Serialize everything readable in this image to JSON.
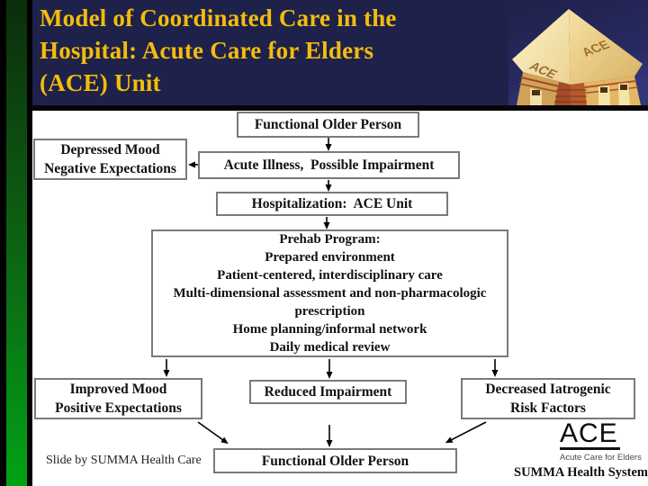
{
  "header": {
    "title_lines": [
      "Model of Coordinated Care in the",
      "Hospital: Acute Care for Elders",
      "(ACE) Unit"
    ],
    "building_letters": "ACE"
  },
  "flowchart": {
    "functional_top": [
      "Functional Older Person"
    ],
    "depressed": [
      "Depressed Mood",
      "Negative Expectations"
    ],
    "acute": [
      "Acute Illness,  Possible Impairment"
    ],
    "hospitalization": [
      "Hospitalization:  ACE Unit"
    ],
    "prehab": [
      "Prehab Program:",
      "Prepared environment",
      "Patient-centered, interdisciplinary care",
      "Multi-dimensional assessment and non-pharmacologic",
      "prescription",
      "Home planning/informal network",
      "Daily medical review"
    ],
    "improved": [
      "Improved Mood",
      "Positive Expectations"
    ],
    "reduced": [
      "Reduced Impairment"
    ],
    "decreased": [
      "Decreased Iatrogenic",
      "Risk Factors"
    ],
    "functional_bottom": [
      "Functional Older Person"
    ]
  },
  "footer": {
    "credit": "Slide by SUMMA Health Care",
    "logo_acronym": "ACE",
    "logo_tagline": "Acute Care for Elders",
    "organization": "SUMMA Health System"
  },
  "colors": {
    "header_navy": "#1e2149",
    "title_gold": "#F2BD0D",
    "accent_green": "#00a316",
    "box_border": "#7a7a7a"
  }
}
